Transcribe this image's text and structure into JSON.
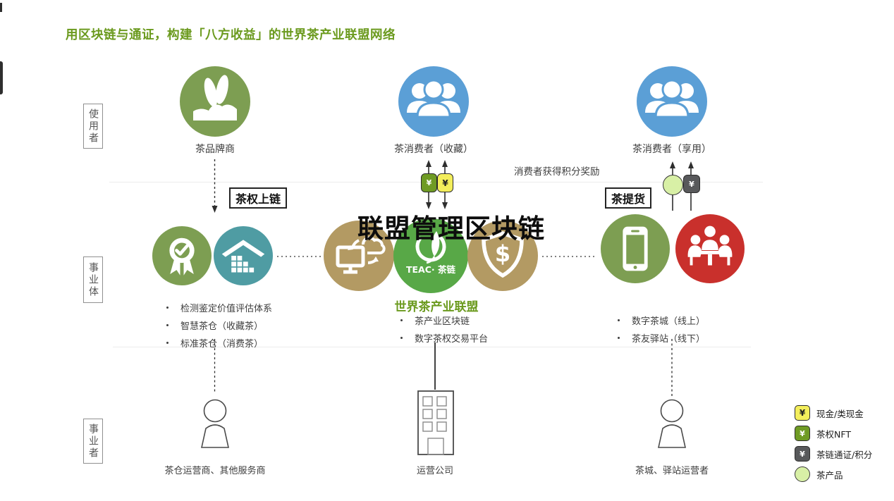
{
  "title": "用区块链与通证，构建「八方收益」的世界茶产业联盟网络",
  "lanes": {
    "top": "使用者",
    "middle": "事业体",
    "bottom": "事业者"
  },
  "nodes": {
    "tea_brand": "茶品牌商",
    "consumer_collect": "茶消费者（收藏）",
    "consumer_enjoy": "茶消费者（享用）",
    "warehouse_service": "茶仓运营商、其他服务商",
    "operating_company": "运营公司",
    "teacity_operator": "茶城、驿站运营者"
  },
  "flows": {
    "tea_rights_onchain": "茶权上链",
    "tea_pickup": "茶提货",
    "points_reward": "消费者获得积分奖励"
  },
  "center": {
    "headline": "联盟管理区块链",
    "alliance": "世界茶产业联盟",
    "teac_logo": "TEAC· 茶链",
    "shield_symbol": "$",
    "bullets": [
      "茶产业区块链",
      "数字茶权交易平台"
    ]
  },
  "left_bullets": [
    "检测鉴定价值评估体系",
    "智慧茶仓（收藏茶）",
    "标准茶仓（消费茶）"
  ],
  "right_bullets": [
    "数字茶城（线上）",
    "茶友驿站（线下）"
  ],
  "legend": {
    "cash": {
      "symbol": "¥",
      "label": "现金/类现金",
      "color": "#f3ee5b"
    },
    "nft": {
      "symbol": "¥",
      "label": "茶权NFT",
      "color": "#6f9b24"
    },
    "chain": {
      "symbol": "¥",
      "label": "茶链通证/积分",
      "color": "#58595b"
    },
    "product": {
      "label": "茶产品",
      "color": "#d8f0a6"
    }
  },
  "colors": {
    "title_green": "#6b9a1e",
    "muted_green": "#7d9e52",
    "blue": "#5b9fd6",
    "teal": "#4f9ca3",
    "tan": "#b39a63",
    "bright_green": "#58a847",
    "red": "#c9302c"
  }
}
